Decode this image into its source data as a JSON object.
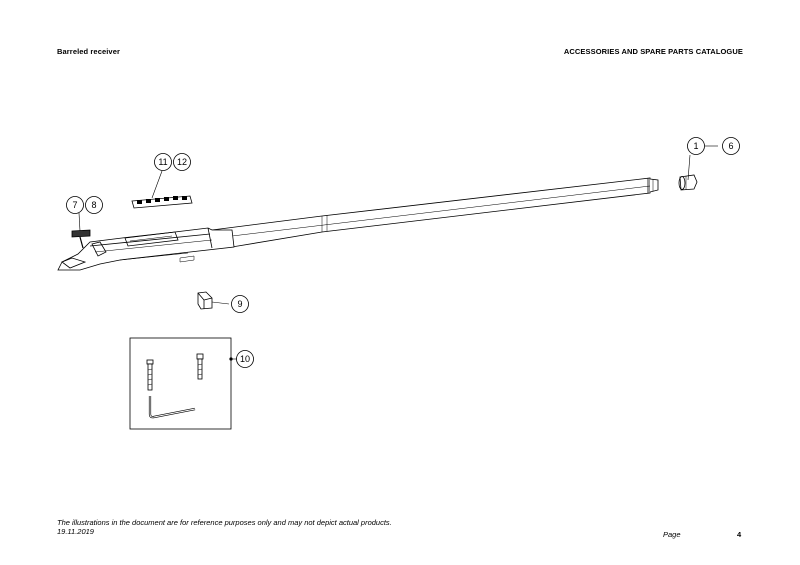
{
  "header": {
    "left_title": "Barreled receiver",
    "right_title": "ACCESSORIES AND SPARE PARTS CATALOGUE"
  },
  "callouts": {
    "c1": "1",
    "c6": "6",
    "c7": "7",
    "c8": "8",
    "c9": "9",
    "c10": "10",
    "c11": "11",
    "c12": "12"
  },
  "footer": {
    "disclaimer": "The illustrations in the document are for reference purposes only and may not depict actual products.",
    "date": "19.11.2019",
    "page_label": "Page",
    "page_number": "4"
  }
}
